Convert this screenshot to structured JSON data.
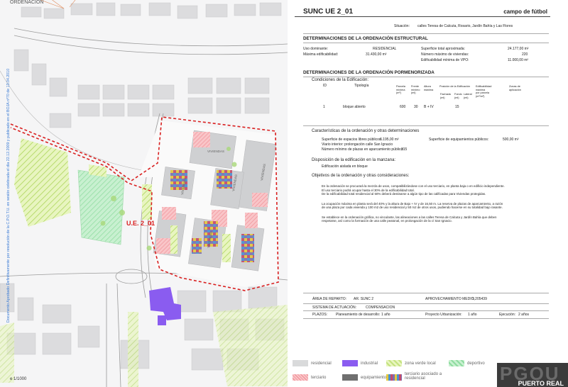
{
  "map": {
    "title": "ORDENACIÓN",
    "vertical_note": "Documento Aprobado Definitivamente por resolución de la C.P.O.T.U. en sesión celebrada el día 22.12.2009 y publicado en el BOJA nº70 de 13.04.2010",
    "ue_label": "U.E. 2_01",
    "scale": "e 1/1000",
    "block_label": "VIVIENDAS"
  },
  "header": {
    "code": "SUNC UE 2_01",
    "name": "campo de fútbol"
  },
  "situacion": {
    "label": "Situación:",
    "value": "calles Teresa de Calcuta, Rosario, Jardín Bahía y Las Flores"
  },
  "estructural": {
    "title": "DETERMINACIONES DE LA ORDENACIÓN ESTRUCTURAL",
    "uso_label": "Uso dominante:",
    "uso_value": "RESIDENCIAL",
    "edif_label": "Máxima edificabilidad:",
    "edif_value": "31.430,00  m²",
    "sup_label": "Superficie total aproximada:",
    "sup_value": "24.177,00  m²",
    "viv_label": "Número máximo de viviendas:",
    "viv_value": "220",
    "vpo_label": "Edificabilidad mínima de VPO:",
    "vpo_value": "11.000,00  m²"
  },
  "pormenorizada": {
    "title": "DETERMINACIONES DE LA ORDENACIÓN PORMENORIZADA",
    "cond_title": "Condiciones de la Edificación:",
    "cols": {
      "id": "ID",
      "tipologia": "Tipología",
      "parcela": [
        "Parcela",
        "mínima",
        "(m²)"
      ],
      "frente": [
        "Frente",
        "mínimo",
        "(ml)"
      ],
      "altura": [
        "Altura",
        "máxima"
      ],
      "posicion": "Posición de la Edificación",
      "fachada": [
        "Fachada",
        "(ml)"
      ],
      "fondo": [
        "Fondo",
        "(ml)"
      ],
      "lateral": [
        "Lateral",
        "(ml)"
      ],
      "edifmax": [
        "Edificabilidad",
        "máxima",
        "por parcela",
        "(m²/m²)"
      ],
      "zonas": [
        "Zonas de",
        "aplicación"
      ]
    },
    "row": {
      "id": "1",
      "tipologia": "bloque abierto",
      "parcela": "600",
      "frente": "30",
      "altura": "B + IV",
      "fondo": "15"
    }
  },
  "caracteristicas": {
    "title": "Características de la ordenación y otras determinaciones",
    "libres_label": "Superficie de espacios libres públicos:",
    "libres_value": "6.195,00  m²",
    "equip_label": "Superficie de equipamientos públicos:",
    "equip_value": "500,00  m²",
    "viario_label": "Viario interior:",
    "viario_value": "prolongación calle San Ignacio",
    "plazas_label": "Número mínimo de plazas en aparcamiento público:",
    "plazas_value": "315"
  },
  "disposicion": {
    "title": "Disposición de la edificación en la manzana:",
    "value": "Edificación aislada en bloque"
  },
  "objetivos": {
    "title": "Objetivos de la ordenación y otras consideraciones:",
    "p1": "En la ordenación se procurará la mezcla de usos, compatibilizándose con el uso terciario, en planta baja o en edificio independiente.",
    "p2": "El uso terciario podrá ocupar hasta  el 30% de la edificabilidad total.",
    "p3": "De la edificabilidad total residencial  al 50% deberá destinarse a algún tipo de las calificadas para Viviendas protegidas.",
    "p4": "La ocupación máxima en planta será del 40% y la altura de Bajo + IV y  de 16,50 m. La reserva de plazas de aparcamiento, a razón",
    "p5": "de una plaza por cada vivienda y 100 m2 de uso residencial y 50 m2 de otros usos,  pudiendo hacerse en su totalidad bajo rasante.",
    "p6": "Se establece en la ordenación gráfica, no vinculante, las alineaciones a las calles Teresa de Calcuta y Jardín Bahía que deben",
    "p7": "respetarse, así como la formación de una calle peatonal, en prolongación de la c/ San Ignacio."
  },
  "gestion": {
    "area_label": "ÁREA DE REPARTO:",
    "area_value": "AR. SUNC 2",
    "aprov_label": "APROVECHAMIENTO MEDIO:",
    "aprov_value": "1,205439",
    "sistema_label": "SISTEMA DE ACTUACIÓN:",
    "sistema_value": "COMPENSACION",
    "plazos_label": "PLAZOS:",
    "plazo1_label": "Planeamiento de desarrollo:",
    "plazo1_value": "1 año",
    "plazo2_label": "Proyecto Urbanización:",
    "plazo2_value": "1 año",
    "plazo3_label": "Ejecución:",
    "plazo3_value": "2 años"
  },
  "legend": {
    "residencial": "residencial",
    "industrial": "industrial",
    "zona_verde": "zona verde local",
    "deportivo": "deportivo",
    "terciario": "terciario",
    "equipamiento": "equipamiento",
    "terciario_asociado": "terciario asociado a residencial"
  },
  "logo": {
    "big": "PGOU",
    "small": "PUERTO REAL"
  },
  "colors": {
    "residencial": "#d9dadb",
    "industrial": "#8a5cf0",
    "verde": "#e3f2b0",
    "deportivo": "#b9ecc3",
    "terciario": "#f7a6ab",
    "equipamiento": "#6f6f6f",
    "limite": "#d92020"
  }
}
